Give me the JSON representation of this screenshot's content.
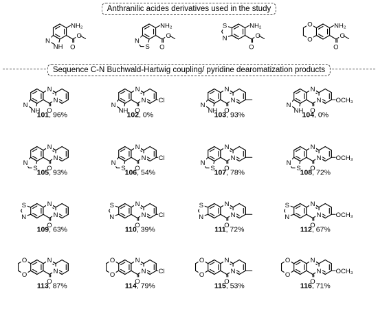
{
  "header": {
    "section1_title": "Anthranilic acides derivatives used in the study",
    "section2_title": "Sequence C-N Buchwald-Hartwig coupling/ pyridine dearomatization products"
  },
  "atom_labels": {
    "amine": "NH₂",
    "imine_nh": "NH",
    "n": "N",
    "s": "S",
    "o": "O",
    "cl": "Cl",
    "ome": "OCH₃"
  },
  "starting_materials": [
    {
      "id": "sm-indazole",
      "core": "indazole"
    },
    {
      "id": "sm-benzothiazole-7",
      "core": "btz7"
    },
    {
      "id": "sm-benzothiazole-6",
      "core": "btz6"
    },
    {
      "id": "sm-benzodioxine",
      "core": "dioxane"
    }
  ],
  "products": [
    {
      "number": "101",
      "yield": "96%",
      "core": "indazole",
      "sub": "H"
    },
    {
      "number": "102",
      "yield": "0%",
      "core": "indazole",
      "sub": "Cl"
    },
    {
      "number": "103",
      "yield": "93%",
      "core": "indazole",
      "sub": "Me"
    },
    {
      "number": "104",
      "yield": "0%",
      "core": "indazole",
      "sub": "OMe"
    },
    {
      "number": "105",
      "yield": "93%",
      "core": "btz7",
      "sub": "H"
    },
    {
      "number": "106",
      "yield": "54%",
      "core": "btz7",
      "sub": "Cl"
    },
    {
      "number": "107",
      "yield": "78%",
      "core": "btz7",
      "sub": "Me"
    },
    {
      "number": "108",
      "yield": "72%",
      "core": "btz7",
      "sub": "OMe"
    },
    {
      "number": "109",
      "yield": "63%",
      "core": "btz6",
      "sub": "H"
    },
    {
      "number": "110",
      "yield": "39%",
      "core": "btz6",
      "sub": "Cl"
    },
    {
      "number": "111",
      "yield": "72%",
      "core": "btz6",
      "sub": "Me"
    },
    {
      "number": "112",
      "yield": "67%",
      "core": "btz6",
      "sub": "OMe"
    },
    {
      "number": "113",
      "yield": "87%",
      "core": "dioxane",
      "sub": "H"
    },
    {
      "number": "114",
      "yield": "79%",
      "core": "dioxane",
      "sub": "Cl"
    },
    {
      "number": "115",
      "yield": "53%",
      "core": "dioxane",
      "sub": "Me"
    },
    {
      "number": "116",
      "yield": "71%",
      "core": "dioxane",
      "sub": "OMe"
    }
  ]
}
